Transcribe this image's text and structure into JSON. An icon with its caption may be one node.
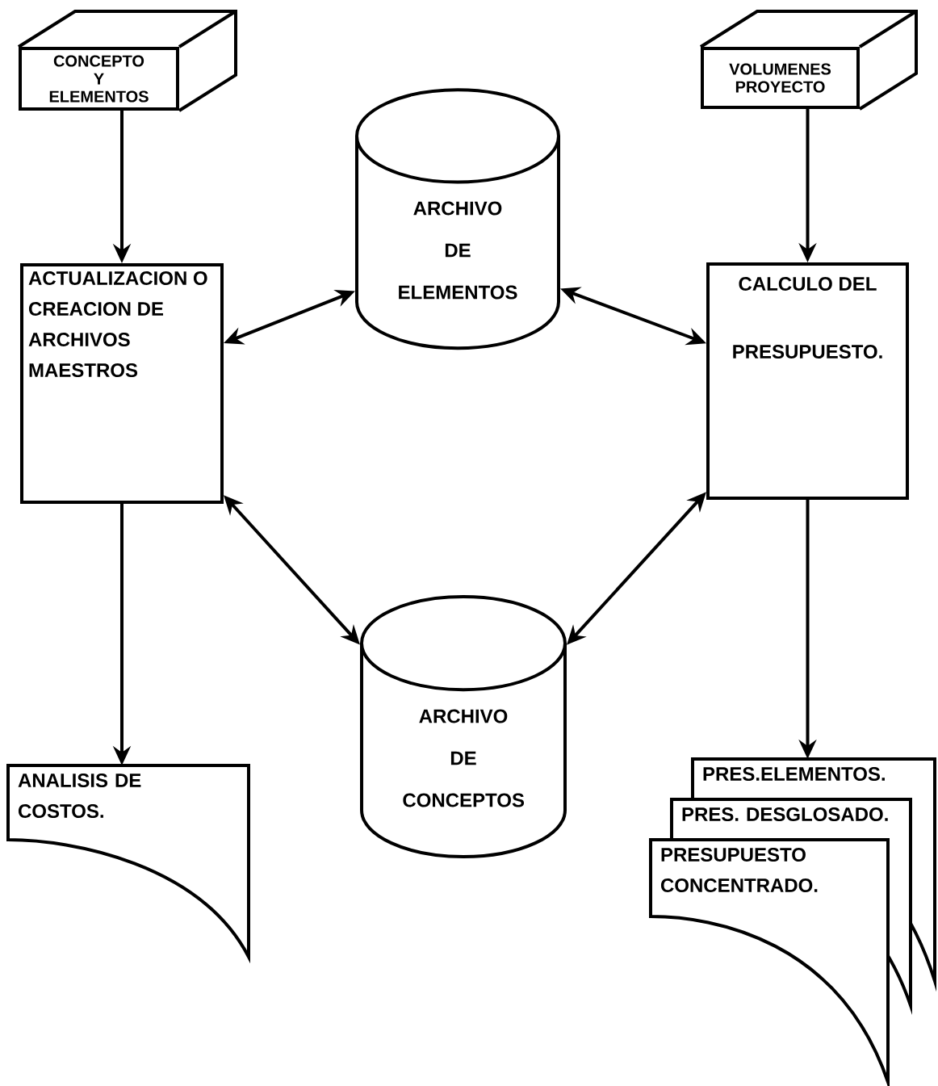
{
  "diagram": {
    "nodes": [
      {
        "text": [
          "CONCEPTO Y ELEMENTOS"
        ]
      },
      {
        "text": [
          "VOLUMENES PROYECTO"
        ]
      },
      {
        "text": [
          "ACTUALIZACION O CREACION DE ARCHIVOS MAESTROS"
        ]
      },
      {
        "text": [
          "ARCHIVO DE ELEMENTOS"
        ]
      },
      {
        "text": [
          "CALCULO DEL PRESUPUESTO."
        ]
      },
      {
        "text": [
          "ANALISIS DE COSTOS."
        ]
      },
      {
        "text": [
          "ARCHIVO DE CONCEPTOS"
        ]
      },
      {
        "text": [
          "PRES.ELEMENTOS."
        ]
      },
      {
        "text": [
          "PRES. DESGLOSADO."
        ]
      },
      {
        "text": [
          "PRESUPUESTO CONCENTRADO."
        ]
      }
    ],
    "edges": [
      {
        "from": 0,
        "to": 2,
        "arrow": "to"
      },
      {
        "from": 1,
        "to": 4,
        "arrow": "to"
      },
      {
        "from": 2,
        "to": 3,
        "arrow": "both"
      },
      {
        "from": 3,
        "to": 4,
        "arrow": "both"
      },
      {
        "from": 2,
        "to": 6,
        "arrow": "both"
      },
      {
        "from": 6,
        "to": 4,
        "arrow": "both"
      },
      {
        "from": 2,
        "to": 5,
        "arrow": "to"
      },
      {
        "from": 4,
        "to": 7,
        "arrow": "to"
      }
    ]
  }
}
